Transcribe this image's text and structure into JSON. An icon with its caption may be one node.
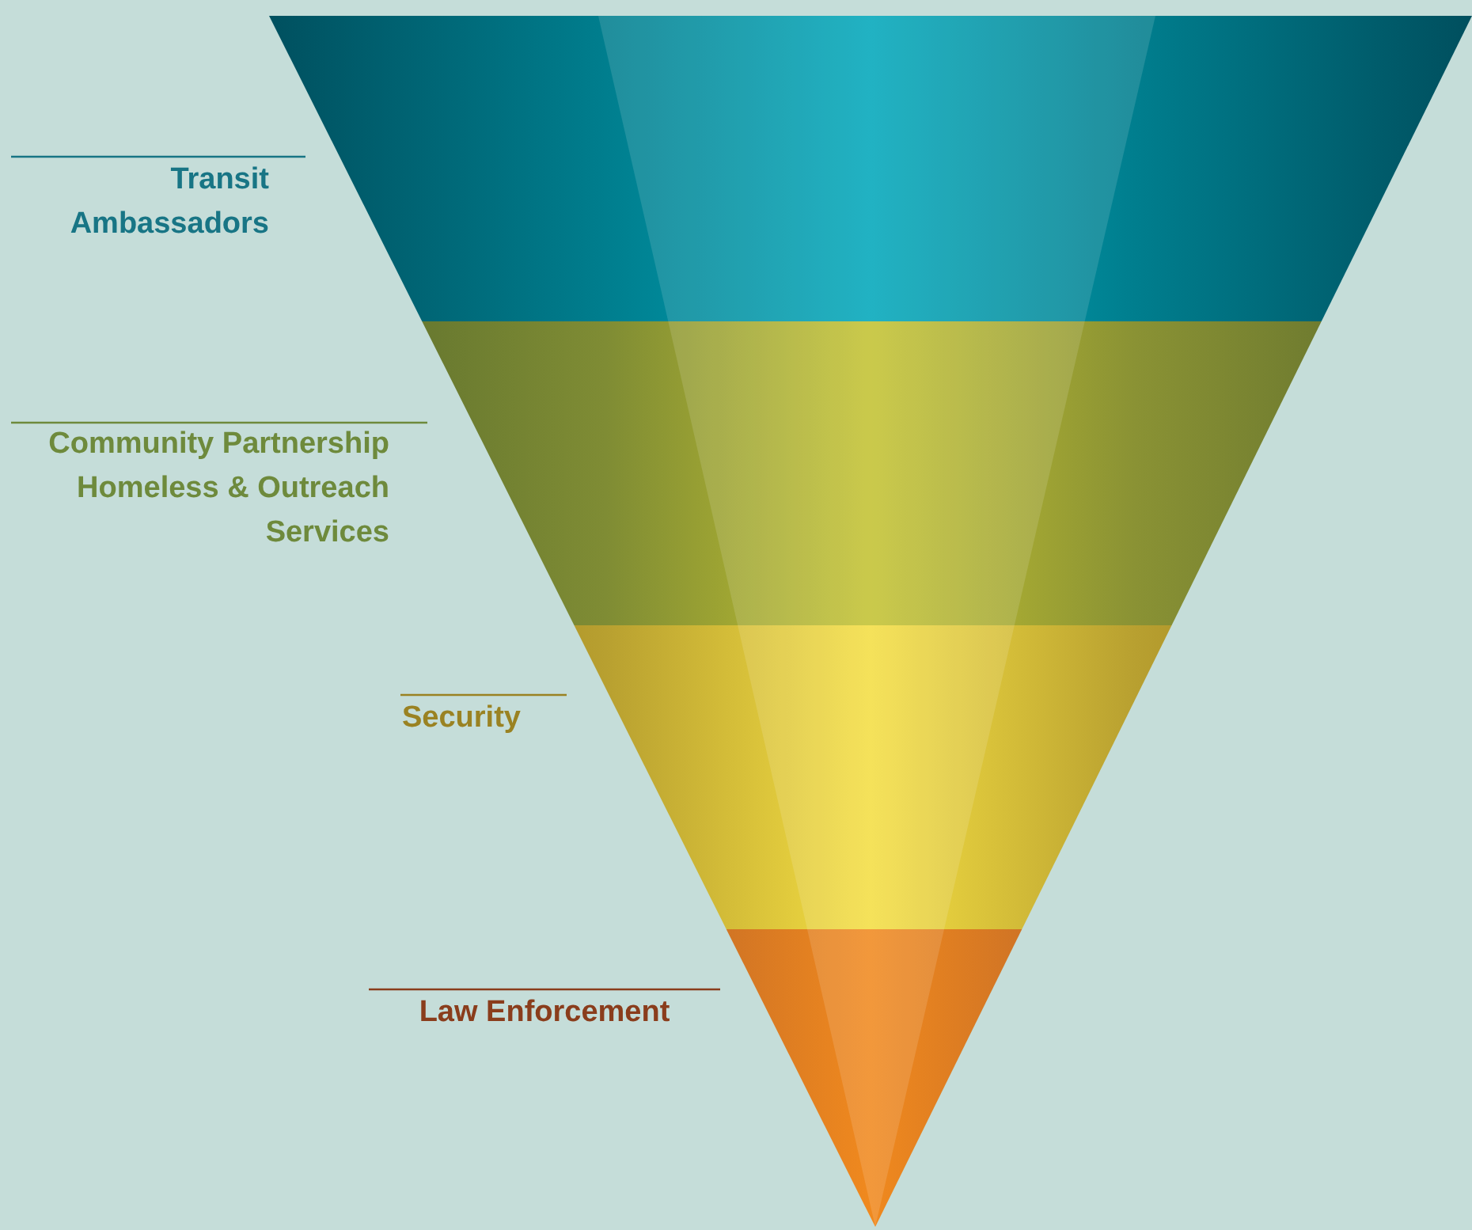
{
  "diagram": {
    "nodes": [
      {
        "text": [
          "Transit Ambassadors"
        ]
      },
      {
        "text": [
          "Community Partnership Homeless & Outreach Services"
        ]
      },
      {
        "text": [
          "Security"
        ]
      },
      {
        "text": [
          "Law Enforcement"
        ]
      }
    ]
  }
}
